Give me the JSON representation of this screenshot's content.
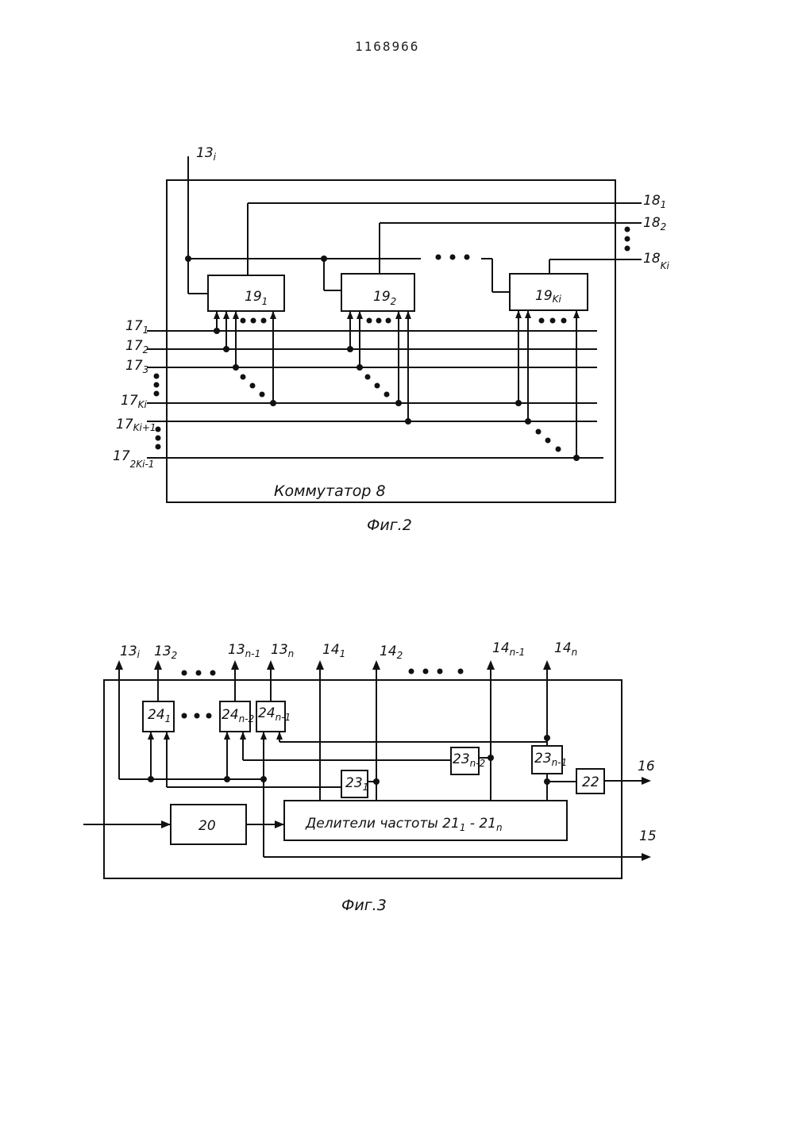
{
  "patent_number": "1168966",
  "figure2": {
    "caption": "Фиг.2",
    "block_title": "Коммутатор 8",
    "input": {
      "main": "13",
      "sub": "i"
    },
    "blocks": [
      {
        "main": "19",
        "sub": "1"
      },
      {
        "main": "19",
        "sub": "2"
      },
      {
        "main": "19",
        "sub": "Ki"
      }
    ],
    "outputs": [
      {
        "main": "18",
        "sub": "1"
      },
      {
        "main": "18",
        "sub": "2"
      },
      {
        "main": "18",
        "sub": "Ki"
      }
    ],
    "inputs_left": [
      {
        "main": "17",
        "sub": "1"
      },
      {
        "main": "17",
        "sub": "2"
      },
      {
        "main": "17",
        "sub": "3"
      },
      {
        "main": "17",
        "sub": "Ki"
      },
      {
        "main": "17",
        "sub": "Ki+1"
      },
      {
        "main": "17",
        "sub": "2Ki-1"
      }
    ]
  },
  "figure3": {
    "caption": "Фиг.3",
    "top_labels": [
      {
        "main": "13",
        "sub": "i"
      },
      {
        "main": "13",
        "sub": "2"
      },
      {
        "main": "13",
        "sub": "n-1"
      },
      {
        "main": "13",
        "sub": "n"
      },
      {
        "main": "14",
        "sub": "1"
      },
      {
        "main": "14",
        "sub": "2"
      },
      {
        "main": "14",
        "sub": "n-1"
      },
      {
        "main": "14",
        "sub": "n"
      }
    ],
    "blocks_24": [
      {
        "main": "24",
        "sub": "1"
      },
      {
        "main": "24",
        "sub": "n-2"
      },
      {
        "main": "24",
        "sub": "n-1"
      }
    ],
    "blocks_23": [
      {
        "main": "23",
        "sub": "1"
      },
      {
        "main": "23",
        "sub": "n-2"
      },
      {
        "main": "23",
        "sub": "n-1"
      }
    ],
    "block_20": "20",
    "block_22": "22",
    "divider": {
      "main": "Делители частоты 21",
      "sub1": "1",
      "mid": " - 21",
      "sub2": "n"
    },
    "out_16": "16",
    "out_15": "15"
  }
}
